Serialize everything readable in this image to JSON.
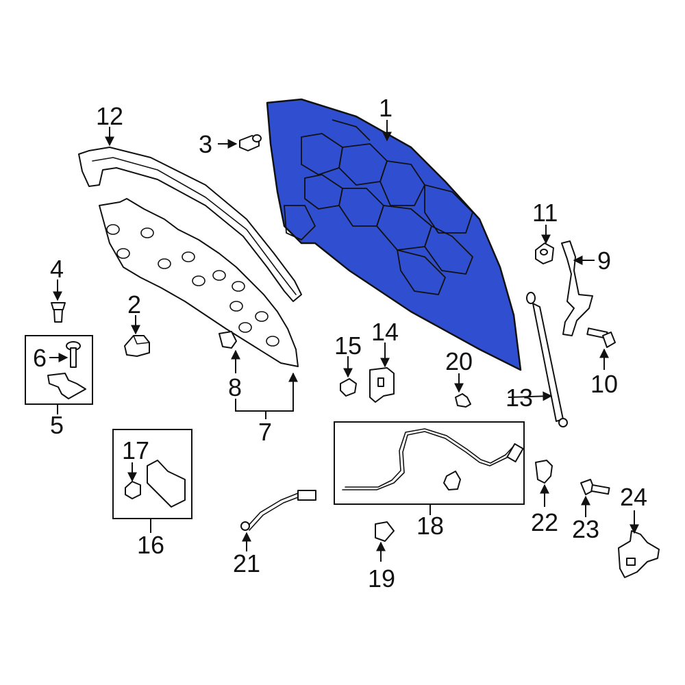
{
  "diagram": {
    "highlight_color": "#2f4fd0",
    "line_color": "#111111",
    "background": "#ffffff",
    "callouts": [
      "1",
      "2",
      "3",
      "4",
      "5",
      "6",
      "7",
      "8",
      "9",
      "10",
      "11",
      "12",
      "13",
      "14",
      "15",
      "16",
      "17",
      "18",
      "19",
      "20",
      "21",
      "22",
      "23",
      "24"
    ]
  }
}
